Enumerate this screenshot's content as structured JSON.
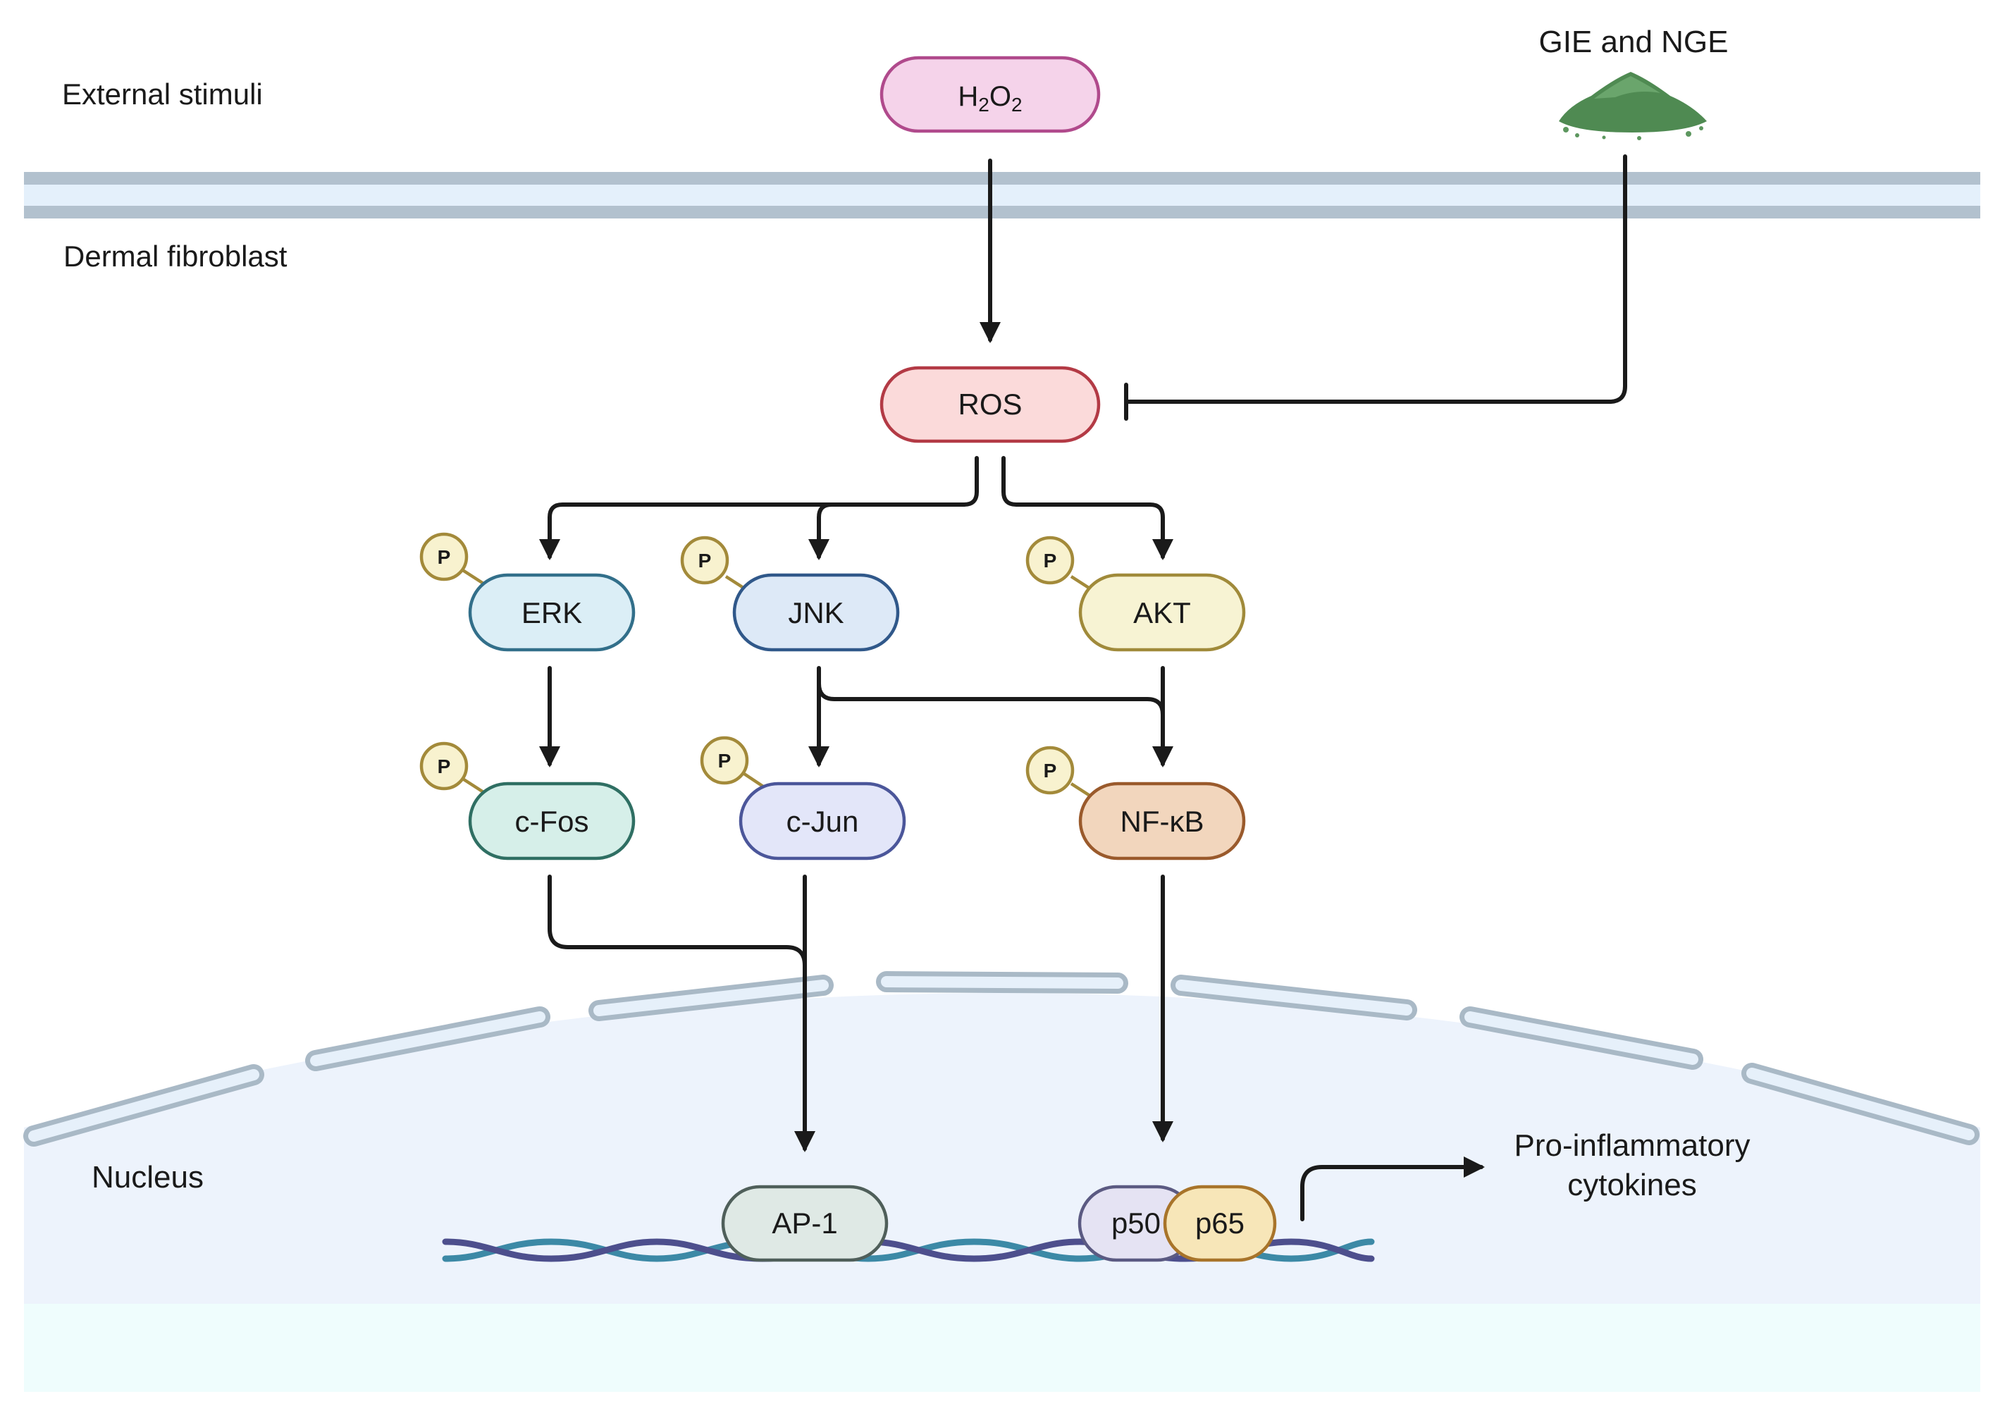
{
  "regions": {
    "external": "External stimuli",
    "cell": "Dermal fibroblast",
    "nucleus": "Nucleus"
  },
  "stimuli": {
    "h2o2": {
      "main": "H",
      "sub1": "2",
      "mid": "O",
      "sub2": "2"
    },
    "treatment": "GIE and NGE"
  },
  "nodes": {
    "ros": "ROS",
    "erk": "ERK",
    "jnk": "JNK",
    "akt": "AKT",
    "cfos": "c-Fos",
    "cjun": "c-Jun",
    "nfkb": "NF-κB",
    "ap1": "AP-1",
    "p50": "p50",
    "p65": "p65"
  },
  "phospho_label": "P",
  "output": {
    "line1": "Pro-inflammatory",
    "line2": "cytokines"
  },
  "colors": {
    "h2o2": "#f5d3ea",
    "ros": "#fbdada",
    "erk": "#dbeef6",
    "jnk": "#dde9f7",
    "akt": "#f7f3d3",
    "cfos": "#d6efe9",
    "cjun": "#e3e6f9",
    "nfkb": "#f2d6bd",
    "ap1": "#dfe9e5",
    "p50": "#e5e3f3",
    "p65": "#f7e6b8",
    "phospho": "#f8f2cf",
    "membrane": "#b2c1ce",
    "nucleus": "#edf3fc",
    "cytoplasm_base": "#effdfd"
  }
}
